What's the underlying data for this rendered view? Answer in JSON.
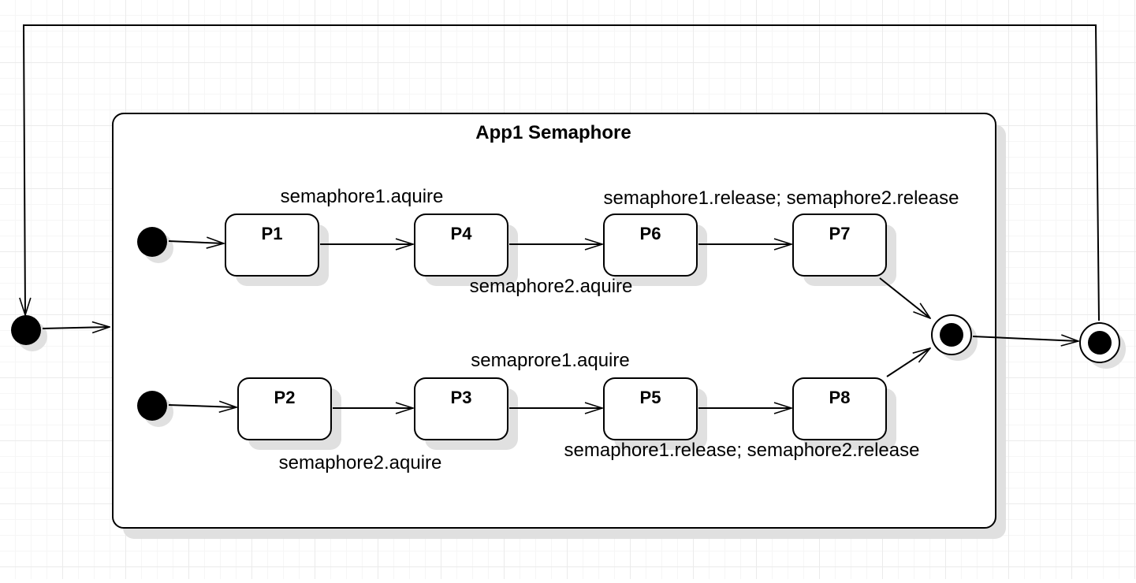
{
  "diagram": {
    "composite_title": "App1 Semaphore",
    "states": {
      "p1": "P1",
      "p2": "P2",
      "p3": "P3",
      "p4": "P4",
      "p5": "P5",
      "p6": "P6",
      "p7": "P7",
      "p8": "P8"
    },
    "transition_labels": {
      "p1_p4": "semaphore1.aquire",
      "p4_p6": "semaphore2.aquire",
      "p6_p7": "semaphore1.release; semaphore2.release",
      "p2_p3": "semaphore2.aquire",
      "p3_p5": "semaprore1.aquire",
      "p5_p8": "semaphore1.release; semaphore2.release"
    },
    "colors": {
      "stroke": "#000000",
      "fill": "#ffffff",
      "shadow": "#e0e0e0",
      "grid": "#ebebeb"
    }
  }
}
